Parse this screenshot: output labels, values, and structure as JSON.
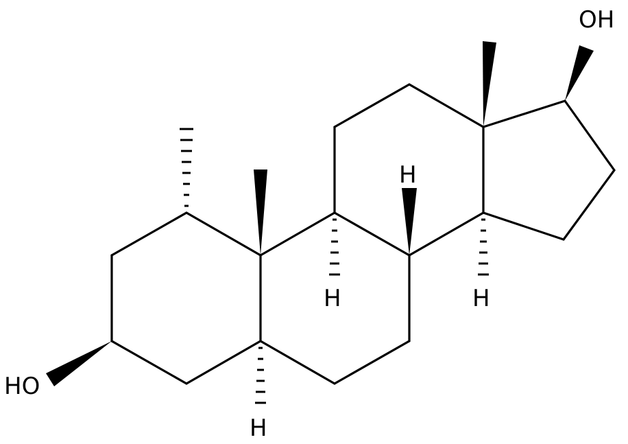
{
  "atom_labels": {
    "oh_top": "OH",
    "ho_left": "HO",
    "h_c8": "H",
    "h_c9": "H",
    "h_c14": "H",
    "h_c5": "H"
  },
  "colors": {
    "stroke": "#000000",
    "background": "#ffffff"
  }
}
